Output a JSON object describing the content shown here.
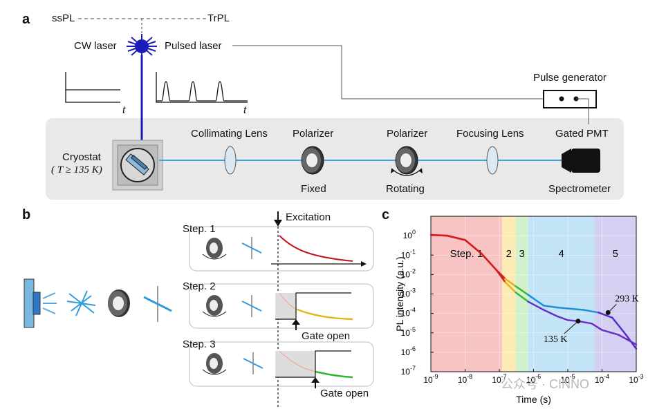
{
  "panel_a": {
    "letter": "a",
    "sspl": "ssPL",
    "trpl": "TrPL",
    "cw_laser": "CW laser",
    "pulsed_laser": "Pulsed laser",
    "pulse_generator": "Pulse generator",
    "t_axis_1": "t",
    "t_axis_2": "t",
    "cryostat": "Cryostat",
    "cryostat_temp": "( T ≥ 135 K)",
    "collimating_lens": "Collimating Lens",
    "polarizer_1": "Polarizer",
    "polarizer_1_state": "Fixed",
    "polarizer_2": "Polarizer",
    "polarizer_2_state": "Rotating",
    "focusing_lens": "Focusing Lens",
    "gated_pmt": "Gated PMT",
    "spectrometer": "Spectrometer"
  },
  "panel_b": {
    "letter": "b",
    "excitation": "Excitation",
    "step1": "Step. 1",
    "step2": "Step. 2",
    "step3": "Step. 3",
    "gate_open_1": "Gate open",
    "gate_open_2": "Gate open"
  },
  "panel_c": {
    "letter": "c",
    "watermark": "公众号 · CINNO"
  },
  "chart_data": {
    "type": "line",
    "xlabel": "Time (s)",
    "ylabel": "PL intensity (a.u.)",
    "xscale": "log",
    "yscale": "log",
    "xlim": [
      1e-09,
      0.001
    ],
    "ylim": [
      1e-07,
      10.0
    ],
    "x_ticks": [
      "10^-9",
      "10^-8",
      "10^-7",
      "10^-6",
      "10^-5",
      "10^-4",
      "10^-3"
    ],
    "y_ticks": [
      "10^0",
      "10^-1",
      "10^-2",
      "10^-3",
      "10^-4",
      "10^-5",
      "10^-6",
      "10^-7"
    ],
    "regions": [
      {
        "label": "Step. 1",
        "x": [
          1e-09,
          1.2e-07
        ],
        "color": "#f7b9b9"
      },
      {
        "label": "2",
        "x": [
          1.2e-07,
          3e-07
        ],
        "color": "#fde6a8"
      },
      {
        "label": "3",
        "x": [
          3e-07,
          7e-07
        ],
        "color": "#c9efc4"
      },
      {
        "label": "4",
        "x": [
          7e-07,
          6e-05
        ],
        "color": "#b8def5"
      },
      {
        "label": "5",
        "x": [
          6e-05,
          0.001
        ],
        "color": "#cdc8f0"
      }
    ],
    "series": [
      {
        "name": "293 K",
        "x": [
          1e-09,
          3e-09,
          1e-08,
          3e-08,
          8e-08,
          1.5e-07,
          3e-07,
          7e-07,
          2e-06,
          5e-06,
          1e-05,
          3e-05,
          8e-05,
          0.0002,
          0.0005,
          0.001
        ],
        "y": [
          1.1,
          1.0,
          0.6,
          0.12,
          0.018,
          0.006,
          0.0025,
          0.0009,
          0.00025,
          0.0002,
          0.00018,
          0.00015,
          0.00011,
          6e-05,
          8e-06,
          1.5e-06
        ]
      },
      {
        "name": "135 K",
        "x": [
          1e-09,
          3e-09,
          1e-08,
          3e-08,
          8e-08,
          1.5e-07,
          3e-07,
          7e-07,
          2e-06,
          5e-06,
          1e-05,
          2e-05,
          5e-05,
          0.0001,
          0.0003,
          0.001
        ],
        "y": [
          1.1,
          1.0,
          0.6,
          0.12,
          0.018,
          0.004,
          0.0012,
          0.0004,
          0.00015,
          7e-05,
          4.5e-05,
          4e-05,
          3e-05,
          1.4e-05,
          8e-06,
          2.5e-06
        ]
      }
    ],
    "annotations": [
      {
        "text": "293 K",
        "x": 0.00015,
        "y": 0.00011
      },
      {
        "text": "135 K",
        "x": 2e-05,
        "y": 4e-05
      }
    ]
  }
}
